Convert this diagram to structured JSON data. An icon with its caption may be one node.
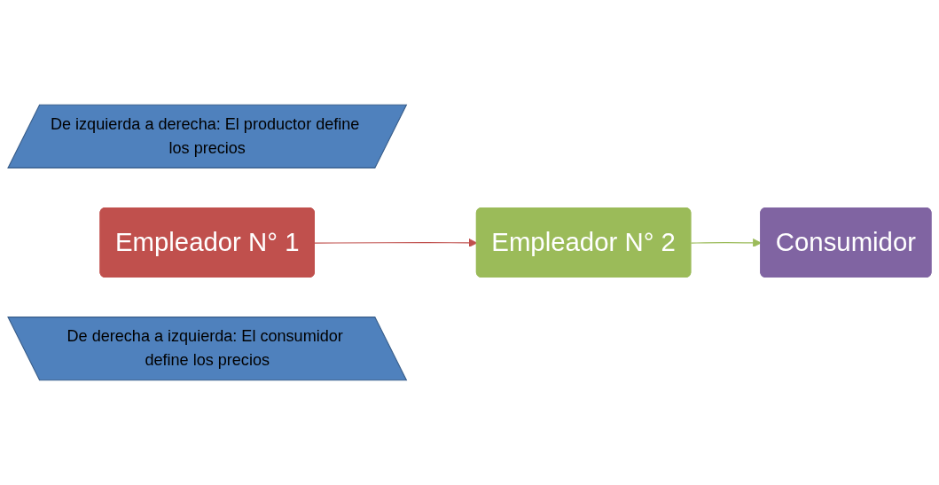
{
  "diagram": {
    "nodes": [
      {
        "text": [
          "De izquierda a derecha: El productor define los precios"
        ]
      },
      {
        "text": [
          "Empleador N° 1"
        ]
      },
      {
        "text": [
          "Empleador N° 2"
        ]
      },
      {
        "text": [
          "Consumidor"
        ]
      },
      {
        "text": [
          "De derecha a izquierda: El consumidor define los precios"
        ]
      }
    ],
    "edges": [
      {
        "from": 1,
        "to": 2,
        "arrow": "to",
        "color": "#c0504d"
      },
      {
        "from": 2,
        "to": 3,
        "arrow": "to",
        "color": "#9bbb59"
      }
    ]
  }
}
